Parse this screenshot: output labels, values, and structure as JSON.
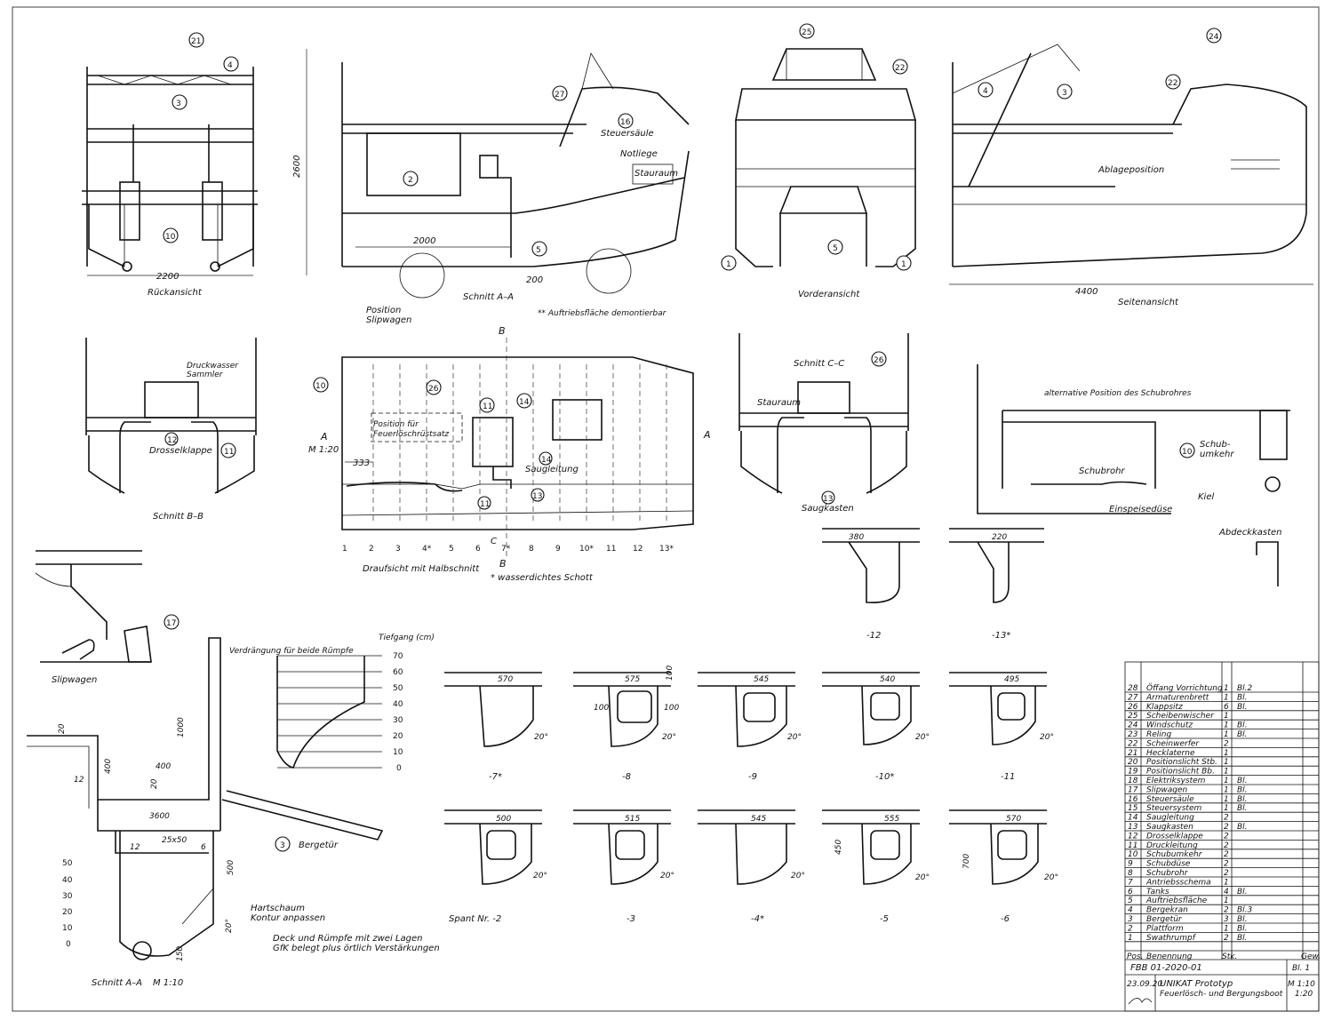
{
  "views": {
    "rear": {
      "title": "Rückansicht",
      "width": "2200"
    },
    "section_aa_top": {
      "title": "Schnitt A–A",
      "height": "2600",
      "dim_2000": "2000",
      "dim_200": "200",
      "slipwagen": "Position\nSlipwagen",
      "auftrieb": "** Auftriebsfläche demontierbar",
      "mark": "5**",
      "steuersaeule": "Steuersäule",
      "notliege": "Notliege",
      "stauraum": "Stauraum"
    },
    "front": {
      "title": "Vorderansicht"
    },
    "side": {
      "title": "Seitenansicht",
      "length": "4400",
      "ablage": "Ablageposition"
    },
    "section_bb": {
      "title": "Schnitt  B–B",
      "druckwasser": "Druckwasser",
      "sammler": "Sammler",
      "drossel": "Drosselklappe"
    },
    "plan": {
      "title": "Draufsicht mit Halbschnitt",
      "scale": "M 1:20",
      "dim_333": "333",
      "feuerloesch": "Position für Feuerlöschrüstsatz",
      "saugleitung": "Saugleitung",
      "schott": "* wasserdichtes Schott",
      "frames": [
        "1",
        "2",
        "3",
        "4*",
        "5",
        "6",
        "7*",
        "8",
        "9",
        "10*",
        "11",
        "12",
        "13*"
      ],
      "marks": {
        "A": "A",
        "B": "B",
        "C": "C"
      }
    },
    "section_cc": {
      "title": "Schnitt  C–C",
      "stauraum": "Stauraum",
      "saugkasten": "Saugkasten"
    },
    "alt_pos": {
      "title": "alternative Position des Schubrohres",
      "schubrohr": "Schubrohr",
      "einspeise": "Einspeisedüse",
      "schubumkehr": "Schub-\numkehr",
      "kiel": "Kiel",
      "abdeck": "Abdeckkasten"
    },
    "slipwagen": {
      "title": "Slipwagen"
    },
    "section_aa_detail": {
      "title": "Schnitt A–A",
      "scale": "M 1:10",
      "d20": "20",
      "d400a": "400",
      "d400b": "400",
      "d12a": "12",
      "d20b": "20",
      "d1000": "1000",
      "d3600": "3600",
      "d25x50": "25x50",
      "d12b": "12",
      "d6": "6",
      "d500": "500",
      "d150": "150",
      "d20deg": "20°",
      "bergetuer": "Bergetür",
      "hartschaum": "Hartschaum",
      "kontur": "Kontur anpassen",
      "deck1": "Deck und Rümpfe mit zwei Lagen",
      "deck2": "GfK belegt plus örtlich Verstärkungen",
      "yaxis": [
        "50",
        "40",
        "30",
        "20",
        "10",
        "0"
      ]
    },
    "displacement": {
      "title": "Verdrängung für beide Rümpfe",
      "tiefgang": "Tiefgang (cm)",
      "ticks": [
        "70",
        "60",
        "50",
        "40",
        "30",
        "20",
        "10",
        "0"
      ]
    }
  },
  "frames": {
    "top": [
      {
        "label": "-12",
        "dim": "380"
      },
      {
        "label": "-13*",
        "dim": "220"
      }
    ],
    "row1": [
      {
        "label": "-7*",
        "dim": "570"
      },
      {
        "label": "-8",
        "dim": "575",
        "extra": [
          "100",
          "100",
          "100"
        ]
      },
      {
        "label": "-9",
        "dim": "545"
      },
      {
        "label": "-10*",
        "dim": "540"
      },
      {
        "label": "-11",
        "dim": "495"
      }
    ],
    "row2": [
      {
        "label": "Spant Nr. -2",
        "dim": "500"
      },
      {
        "label": "-3",
        "dim": "515"
      },
      {
        "label": "-4*",
        "dim": "545"
      },
      {
        "label": "-5",
        "dim": "555",
        "extra": [
          "450"
        ]
      },
      {
        "label": "-6",
        "dim": "570",
        "extra": [
          "700"
        ]
      }
    ],
    "angle": "20°"
  },
  "parts": [
    {
      "pos": "28",
      "name": "Öffang Vorrichtung",
      "qty": "1",
      "ref": "Bl.2"
    },
    {
      "pos": "27",
      "name": "Armaturenbrett",
      "qty": "1",
      "ref": "Bl."
    },
    {
      "pos": "26",
      "name": "Klappsitz",
      "qty": "6",
      "ref": "Bl."
    },
    {
      "pos": "25",
      "name": "Scheibenwischer",
      "qty": "1",
      "ref": ""
    },
    {
      "pos": "24",
      "name": "Windschutz",
      "qty": "1",
      "ref": "Bl."
    },
    {
      "pos": "23",
      "name": "Reling",
      "qty": "1",
      "ref": "Bl."
    },
    {
      "pos": "22",
      "name": "Scheinwerfer",
      "qty": "2",
      "ref": ""
    },
    {
      "pos": "21",
      "name": "Hecklaterne",
      "qty": "1",
      "ref": ""
    },
    {
      "pos": "20",
      "name": "Positionslicht  Stb.",
      "qty": "1",
      "ref": ""
    },
    {
      "pos": "19",
      "name": "Positionslicht  Bb.",
      "qty": "1",
      "ref": ""
    },
    {
      "pos": "18",
      "name": "Elektriksystem",
      "qty": "1",
      "ref": "Bl."
    },
    {
      "pos": "17",
      "name": "Slipwagen",
      "qty": "1",
      "ref": "Bl."
    },
    {
      "pos": "16",
      "name": "Steuersäule",
      "qty": "1",
      "ref": "Bl."
    },
    {
      "pos": "15",
      "name": "Steuersystem",
      "qty": "1",
      "ref": "Bl."
    },
    {
      "pos": "14",
      "name": "Saugleitung",
      "qty": "2",
      "ref": ""
    },
    {
      "pos": "13",
      "name": "Saugkasten",
      "qty": "2",
      "ref": "Bl."
    },
    {
      "pos": "12",
      "name": "Drosselklappe",
      "qty": "2",
      "ref": ""
    },
    {
      "pos": "11",
      "name": "Druckleitung",
      "qty": "2",
      "ref": ""
    },
    {
      "pos": "10",
      "name": "Schubumkehr",
      "qty": "2",
      "ref": ""
    },
    {
      "pos": "9",
      "name": "Schubdüse",
      "qty": "2",
      "ref": ""
    },
    {
      "pos": "8",
      "name": "Schubrohr",
      "qty": "2",
      "ref": ""
    },
    {
      "pos": "7",
      "name": "Antriebsschema",
      "qty": "1",
      "ref": ""
    },
    {
      "pos": "6",
      "name": "Tanks",
      "qty": "4",
      "ref": "Bl."
    },
    {
      "pos": "5",
      "name": "Auftriebsfläche",
      "qty": "1",
      "ref": ""
    },
    {
      "pos": "4",
      "name": "Bergekran",
      "qty": "2",
      "ref": "Bl.3"
    },
    {
      "pos": "3",
      "name": "Bergetür",
      "qty": "3",
      "ref": "Bl."
    },
    {
      "pos": "2",
      "name": "Plattform",
      "qty": "1",
      "ref": "Bl."
    },
    {
      "pos": "1",
      "name": "Swathrumpf",
      "qty": "2",
      "ref": "Bl."
    }
  ],
  "titleblock": {
    "col_pos": "Pos.",
    "col_name": "Benennung",
    "col_qty": "Stk.",
    "col_weight": "Gew.",
    "drawing_no": "FBB 01-2020-01",
    "sheet": "Bl. 1",
    "date": "23.09.20",
    "line1": "UNIKAT  Prototyp",
    "line2": "Feuerlösch- und Bergungsboot",
    "scale1": "M 1:10",
    "scale2": "1:20"
  },
  "callouts": [
    "21",
    "4",
    "3",
    "10",
    "25",
    "22",
    "1",
    "5",
    "1",
    "24",
    "22",
    "4",
    "3",
    "27",
    "16",
    "2",
    "26",
    "10",
    "11",
    "14",
    "12",
    "13",
    "11",
    "26",
    "13",
    "10",
    "17",
    "3",
    "11"
  ]
}
